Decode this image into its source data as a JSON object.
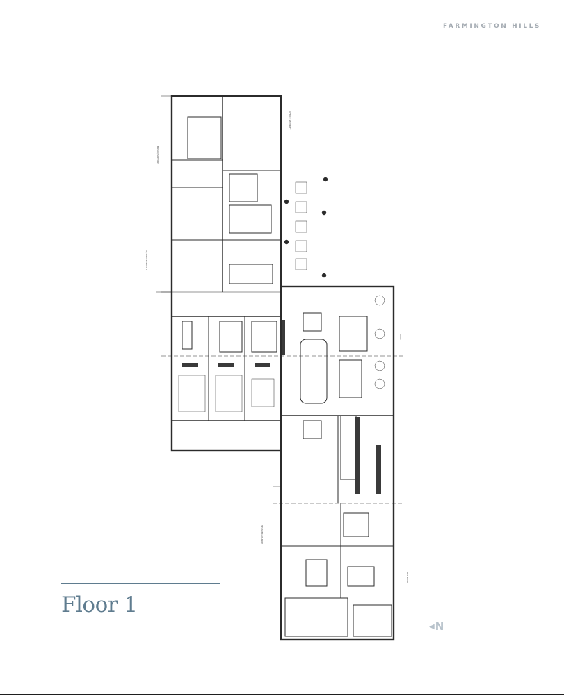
{
  "header": {
    "location": "FARMINGTON HILLS"
  },
  "floor": {
    "title": "Floor 1"
  },
  "compass": {
    "letter": "N",
    "arrow_icon": "arrow-left-icon"
  },
  "colors": {
    "accent": "#5f7c8f",
    "header_text": "#a4abb2",
    "compass": "#b7c2cb",
    "plan_lines": "#333333"
  }
}
